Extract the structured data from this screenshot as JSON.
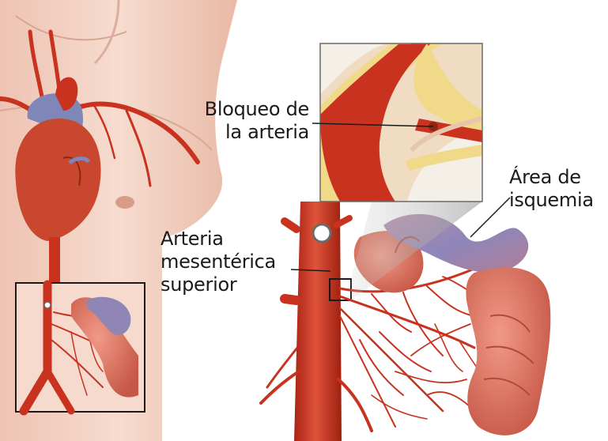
{
  "labels": {
    "blockage": [
      "Bloqueo de",
      "la arteria"
    ],
    "artery": [
      "Arteria",
      "mesentérica",
      "superior"
    ],
    "ischemia": [
      "Área de",
      "isquemia"
    ]
  },
  "colors": {
    "skin": "#f2cfc0",
    "artery": "#c8321f",
    "vein": "#7f86b8",
    "intestine": "#d9685a",
    "ischemic": "#8f86b5",
    "plaque": "#f1d98a"
  }
}
